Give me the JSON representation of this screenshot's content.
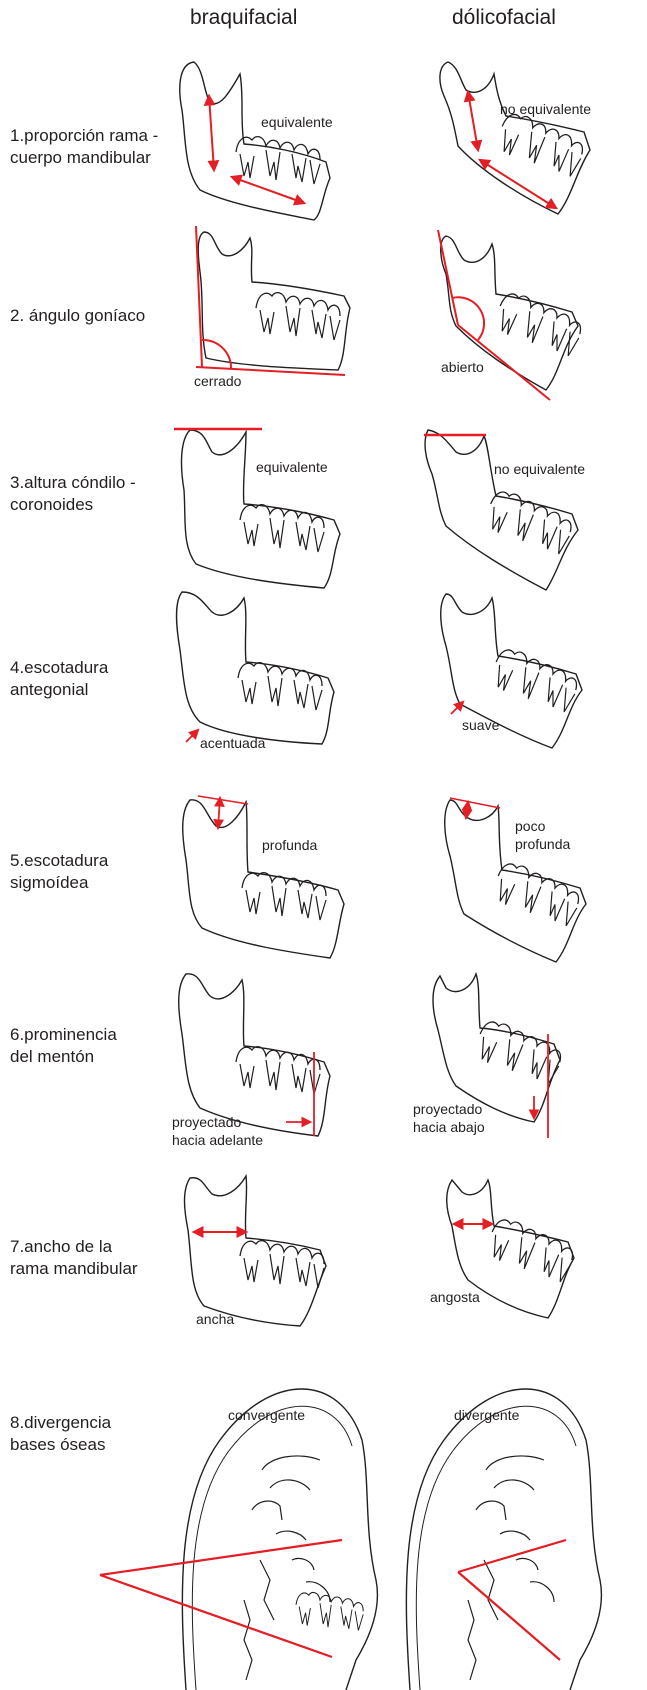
{
  "columns": {
    "left": "braquifacial",
    "right": "dólicofacial"
  },
  "colors": {
    "accent": "#e31e24",
    "line": "#231f20"
  },
  "rows": [
    {
      "label": "1.proporción rama -\ncuerpo mandibular",
      "left": "equivalente",
      "right": "no equivalente"
    },
    {
      "label": "2. ángulo goníaco",
      "left": "cerrado",
      "right": "abierto"
    },
    {
      "label": "3.altura cóndilo -\ncoronoides",
      "left": "equivalente",
      "right": "no equivalente"
    },
    {
      "label": "4.escotadura\nantegonial",
      "left": "acentuada",
      "right": "suave"
    },
    {
      "label": "5.escotadura\nsigmoídea",
      "left": "profunda",
      "right": "poco\nprofunda"
    },
    {
      "label": "6.prominencia\ndel mentón",
      "left": "proyectado\nhacia adelante",
      "right": "proyectado\nhacia abajo"
    },
    {
      "label": "7.ancho de la\nrama mandibular",
      "left": "ancha",
      "right": "angosta"
    },
    {
      "label": "8.divergencia\nbases óseas",
      "left": "convergente",
      "right": "divergente"
    }
  ]
}
